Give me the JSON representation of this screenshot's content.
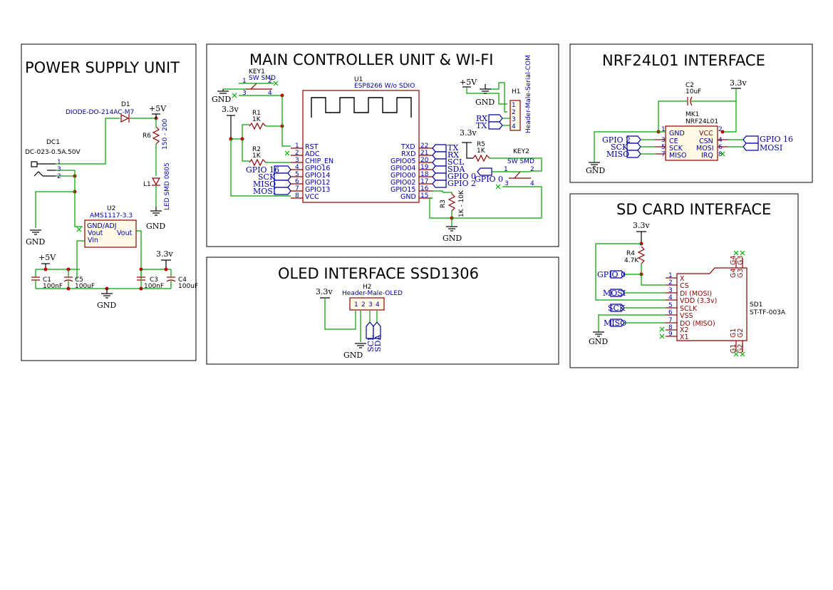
{
  "sections": {
    "power": "POWER SUPPLY UNIT",
    "mcu": "MAIN CONTROLLER UNIT & WI-FI",
    "nrf": "NRF24L01 INTERFACE",
    "oled": "OLED INTERFACE SSD1306",
    "sd": "SD CARD INTERFACE"
  },
  "power": {
    "d1_ref": "D1",
    "d1_val": "DIODE-DO-214AC-M7",
    "p5v_top": "+5V",
    "r6_ref": "R6",
    "r6_val": "150 - 200",
    "l1_ref": "L1",
    "l1_val": "LED SMD 0805",
    "gnd_led": "GND",
    "dc1_ref": "DC1",
    "dc1_val": "DC-023-0.5A.50V",
    "dc1_p1": "1",
    "dc1_p3": "3",
    "dc1_p2": "2",
    "gnd_left": "GND",
    "u2_ref": "U2",
    "u2_val": "AMS1117-3.3",
    "u2_gnd": "GND/ADJ",
    "u2_vout": "Vout",
    "u2_vout2": "Vout",
    "u2_vin": "Vin",
    "p5v_caps": "+5V",
    "p33_caps": "3.3v",
    "c1_ref": "C1",
    "c1_val": "100nF",
    "c5_ref": "C5",
    "c5_val": "100uF",
    "c3_ref": "C3",
    "c3_val": "100nF",
    "c4_ref": "C4",
    "c4_val": "100uF",
    "gnd_bottom": "GND"
  },
  "mcu": {
    "key1_ref": "KEY1",
    "key1_val": "SW SMD",
    "gnd_key1": "GND",
    "p33": "3.3v",
    "r1_ref": "R1",
    "r1_val": "1K",
    "r2_ref": "R2",
    "r2_val": "1K",
    "u1_ref": "U1",
    "u1_val": "ESP8266 W/o SDIO",
    "left_pins": [
      "RST",
      "ADC",
      "CHIP_EN",
      "GPIO16",
      "GPIO14",
      "GPIO12",
      "GPIO13",
      "VCC"
    ],
    "left_nums": [
      "1",
      "2",
      "3",
      "4",
      "5",
      "6",
      "7",
      "8"
    ],
    "left_flags": [
      "GPIO 16",
      "SCK",
      "MISO",
      "MOSI"
    ],
    "right_pins": [
      "TXD",
      "RXD",
      "GPIO05",
      "GPIO04",
      "GPIO00",
      "GPIO02",
      "GPIO15",
      "GND"
    ],
    "right_nums": [
      "22",
      "21",
      "20",
      "19",
      "18",
      "17",
      "16",
      "15"
    ],
    "right_flags": [
      "TX",
      "RX",
      "SCL",
      "SDA",
      "GPIO 0",
      "GPIO 2"
    ],
    "h1_ref": "H1",
    "h1_val": "Header-Male-Serial-COM",
    "p5v": "+5V",
    "gnd_h1": "GND",
    "rx": "RX",
    "tx": "TX",
    "p33_r5": "3.3v",
    "r5_ref": "R5",
    "r5_val": "1K",
    "key2_ref": "KEY2",
    "key2_val": "SW SMD",
    "gpio0": "GPIO 0",
    "r3_ref": "R3",
    "r3_val": "1K - 10K",
    "gnd_r3": "GND"
  },
  "nrf": {
    "c2_ref": "C2",
    "c2_val": "10uF",
    "p33": "3.3v",
    "mk1_ref": "MK1",
    "mk1_val": "NRF24L01",
    "left_pins": [
      "GND",
      "CE",
      "SCK",
      "MISO"
    ],
    "left_nums": [
      "1",
      "3",
      "5",
      "7"
    ],
    "right_pins": [
      "VCC",
      "CSN",
      "MOSI",
      "IRQ"
    ],
    "right_nums": [
      "2",
      "4",
      "6",
      "8"
    ],
    "flags_left": [
      "GPIO 2",
      "SCK",
      "MISO"
    ],
    "flags_right": [
      "GPIO 16",
      "MOSI"
    ],
    "gnd": "GND"
  },
  "oled": {
    "p33": "3.3v",
    "h2_ref": "H2",
    "h2_val": "Header-Male-OLED",
    "gnd": "GND",
    "scl": "SCL",
    "sda": "SDA"
  },
  "sd": {
    "p33": "3.3v",
    "r4_ref": "R4",
    "r4_val": "4.7K",
    "flags": [
      "GPIO 0",
      "MOSI",
      "SCK",
      "MISO"
    ],
    "pins": [
      "X",
      "CS",
      "DI (MOSI)",
      "VDD (3.3v)",
      "SCLK",
      "VSS",
      "DO (MISO)",
      "X2",
      "X1"
    ],
    "nums": [
      "1",
      "2",
      "3",
      "4",
      "5",
      "6",
      "7",
      "8",
      "9"
    ],
    "gnd": "GND",
    "sd1_ref": "SD1",
    "sd1_val": "ST-TF-003A"
  }
}
